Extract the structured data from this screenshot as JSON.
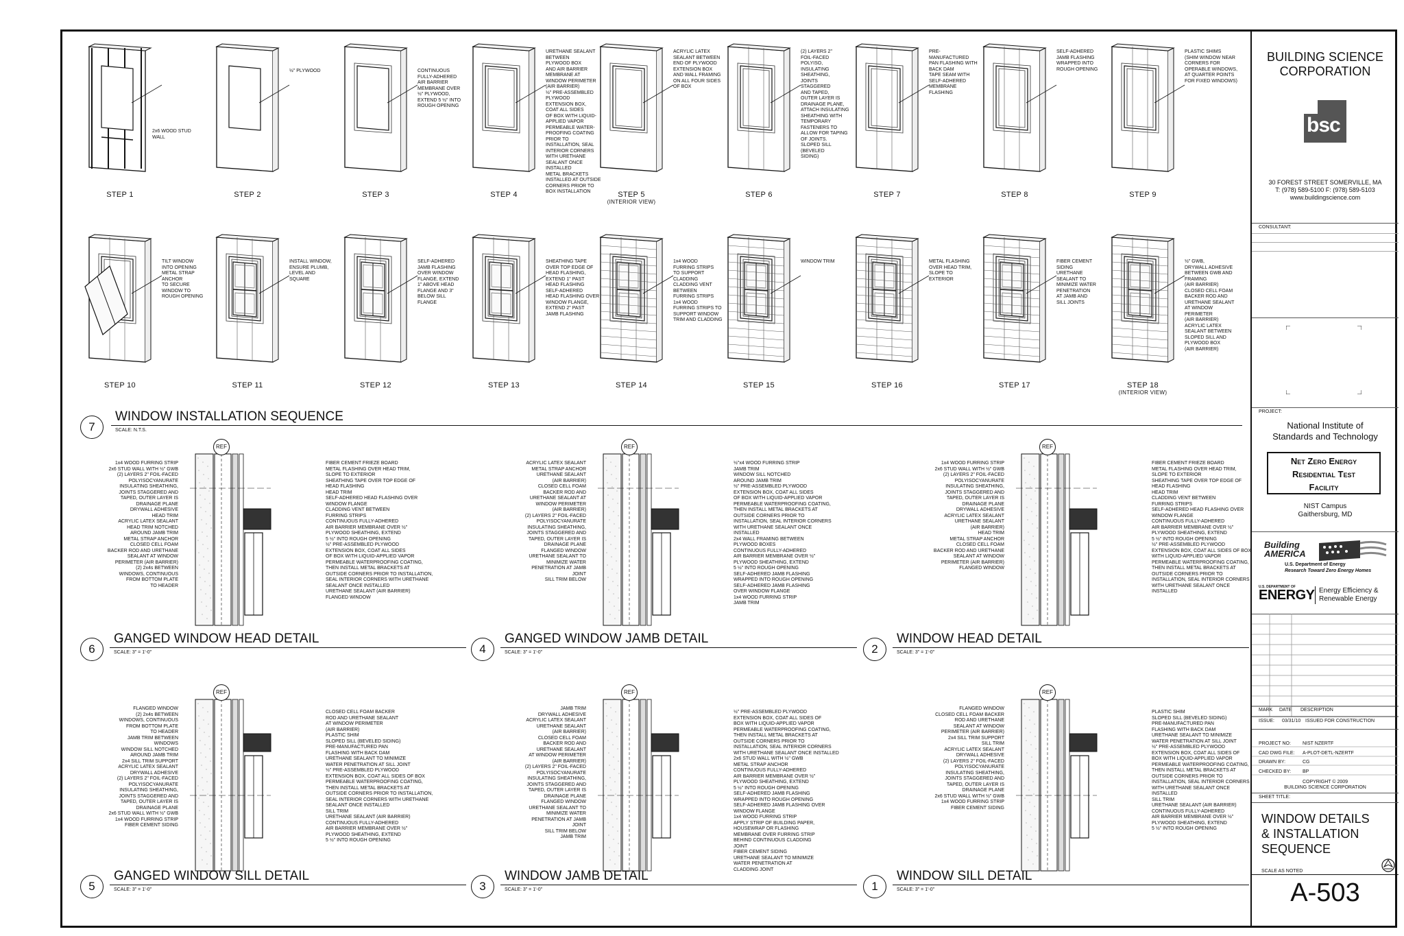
{
  "steps_row1": [
    {
      "label": "STEP 1",
      "sub": "",
      "notes": "2x6 WOOD STUD\nWALL"
    },
    {
      "label": "STEP 2",
      "sub": "",
      "notes": "½\" PLYWOOD"
    },
    {
      "label": "STEP 3",
      "sub": "",
      "notes": "CONTINUOUS\nFULLY-ADHERED\nAIR BARRIER\nMEMBRANE OVER\n½\" PLYWOOD,\nEXTEND 5 ½\" INTO\nROUGH OPENING"
    },
    {
      "label": "STEP 4",
      "sub": "",
      "notes": "URETHANE SEALANT\nBETWEEN\nPLYWOOD BOX\nAND AIR BARRIER\nMEMBRANE AT\nWINDOW PERIMETER\n(AIR BARRIER)\n½\" PRE-ASSEMBLED\nPLYWOOD\nEXTENSION BOX,\nCOAT ALL SIDES\nOF BOX WITH LIQUID-\nAPPLIED VAPOR\nPERMEABLE WATER-\nPROOFING COATING\nPRIOR TO\nINSTALLATION, SEAL\nINTERIOR CORNERS\nWITH URETHANE\nSEALANT ONCE\nINSTALLED\nMETAL BRACKETS\nINSTALLED AT OUTSIDE\nCORNERS PRIOR TO\nBOX INSTALLATION"
    },
    {
      "label": "STEP 5",
      "sub": "(INTERIOR VIEW)",
      "notes": "ACRYLIC LATEX\nSEALANT BETWEEN\nEND OF PLYWOOD\nEXTENSION BOX\nAND WALL FRAMING\nON ALL FOUR SIDES\nOF BOX"
    },
    {
      "label": "STEP 6",
      "sub": "",
      "notes": "(2) LAYERS 2\"\nFOIL-FACED\nPOLYISO,\nINSULATING\nSHEATHING,\nJOINTS\nSTAGGERED\nAND TAPED,\nOUTER LAYER IS\nDRAINAGE PLANE,\nATTACH INSULATING\nSHEATHING WITH\nTEMPORARY\nFASTENERS TO\nALLOW FOR TAPING\nOF JOINTS.\nSLOPED SILL\n(BEVELED\nSIDING)"
    },
    {
      "label": "STEP 7",
      "sub": "",
      "notes": "PRE-\nMANUFACTURED\nPAN FLASHING WITH\nBACK DAM\nTAPE SEAM WITH\nSELF-ADHERED\nMEMBRANE\nFLASHING"
    },
    {
      "label": "STEP 8",
      "sub": "",
      "notes": "SELF-ADHERED\nJAMB FLASHING\nWRAPPED INTO\nROUGH OPENING"
    },
    {
      "label": "STEP 9",
      "sub": "",
      "notes": "PLASTIC SHIMS\n(SHIM WINDOW NEAR\nCORNERS FOR\nOPERABLE WINDOWS,\nAT QUARTER POINTS\nFOR FIXED WINDOWS)"
    }
  ],
  "steps_row2": [
    {
      "label": "STEP 10",
      "sub": "",
      "notes": "TILT WINDOW\nINTO OPENING\nMETAL STRAP\nANCHOR\nTO SECURE\nWINDOW TO\nROUGH OPENING"
    },
    {
      "label": "STEP 11",
      "sub": "",
      "notes": "INSTALL WINDOW,\nENSURE PLUMB,\nLEVEL AND\nSQUARE"
    },
    {
      "label": "STEP 12",
      "sub": "",
      "notes": "SELF-ADHERED\nJAMB FLASHING\nOVER WINDOW\nFLANGE, EXTEND\n1\" ABOVE HEAD\nFLANGE AND 3\"\nBELOW SILL\nFLANGE"
    },
    {
      "label": "STEP 13",
      "sub": "",
      "notes": "SHEATHING TAPE\nOVER TOP EDGE OF\nHEAD FLASHING,\nEXTEND 1\" PAST\nHEAD FLASHING\nSELF-ADHERED\nHEAD FLASHING OVER\nWINDOW FLANGE,\nEXTEND 2\" PAST\nJAMB FLASHING"
    },
    {
      "label": "STEP 14",
      "sub": "",
      "notes": "1x4 WOOD\nFURRING STRIPS\nTO SUPPORT\nCLADDING\nCLADDING VENT\nBETWEEN\nFURRING STRIPS\n1x4 WOOD\nFURRING STRIPS TO\nSUPPORT WINDOW\nTRIM AND CLADDING"
    },
    {
      "label": "STEP 15",
      "sub": "",
      "notes": "WINDOW TRIM"
    },
    {
      "label": "STEP 16",
      "sub": "",
      "notes": "METAL FLASHING\nOVER HEAD TRIM,\nSLOPE TO\nEXTERIOR"
    },
    {
      "label": "STEP 17",
      "sub": "",
      "notes": "FIBER CEMENT\nSIDING\nURETHANE\nSEALANT TO\nMINIMIZE WATER\nPENETRATION\nAT JAMB AND\nSILL JOINTS"
    },
    {
      "label": "STEP 18",
      "sub": "(INTERIOR VIEW)",
      "notes": "½\" GWB,\nDRYWALL ADHESIVE\nBETWEEN GWB AND\nFRAMING\n(AIR BARRIER)\nCLOSED CELL FOAM\nBACKER ROD AND\nURETHANE SEALANT\nAT WINDOW\nPERIMETER\n(AIR BARRIER)\nACRYLIC LATEX\nSEALANT BETWEEN\nSLOPED SILL AND\nPLYWOOD BOX\n(AIR BARRIER)"
    }
  ],
  "sequence": {
    "number": "7",
    "title": "WINDOW INSTALLATION SEQUENCE",
    "scale": "SCALE: N.T.S."
  },
  "details": [
    {
      "number": "6",
      "title": "GANGED WINDOW HEAD DETAIL",
      "scale": "SCALE: 3\" = 1'-0\"",
      "left": "1x4 WOOD FURRING STRIP\n2x6 STUD WALL WITH ½\" GWB\n(2) LAYERS 2\" FOIL-FACED\nPOLYISOCYANURATE\nINSULATING SHEATHING,\nJOINTS STAGGERED AND\nTAPED, OUTER LAYER IS\nDRAINAGE PLANE\nDRYWALL ADHESIVE\nHEAD TRIM\nACRYLIC LATEX SEALANT\nHEAD TRIM NOTCHED\nAROUND JAMB TRIM\nMETAL STRAP ANCHOR\nCLOSED CELL FOAM\nBACKER ROD AND URETHANE\nSEALANT AT WINDOW\nPERIMETER (AIR BARRIER)\n(2) 2x4s BETWEEN\nWINDOWS, CONTINUOUS\nFROM BOTTOM PLATE\nTO HEADER",
      "right": "FIBER CEMENT FRIEZE BOARD\nMETAL FLASHING OVER HEAD TRIM,\nSLOPE TO EXTERIOR\nSHEATHING TAPE OVER TOP EDGE OF\nHEAD FLASHING\nHEAD TRIM\nSELF-ADHERED HEAD FLASHING OVER\nWINDOW FLANGE\nCLADDING VENT BETWEEN\nFURRING STRIPS\nCONTINUOUS FULLY-ADHERED\nAIR BARRIER MEMBRANE OVER ½\"\nPLYWOOD SHEATHING, EXTEND\n5 ½\" INTO ROUGH OPENING\n½\" PRE-ASSEMBLED PLYWOOD\nEXTENSION BOX, COAT ALL SIDES\nOF BOX WITH LIQUID-APPLIED VAPOR\nPERMEABLE WATERPROOFING COATING,\nTHEN INSTALL METAL BRACKETS AT\nOUTSIDE CORNERS PRIOR TO INSTALLATION,\nSEAL INTERIOR CORNERS WITH URETHANE\nSEALANT ONCE INSTALLED\nURETHANE SEALANT (AIR BARRIER)\nFLANGED WINDOW"
    },
    {
      "number": "4",
      "title": "GANGED WINDOW JAMB DETAIL",
      "scale": "SCALE: 3\" = 1'-0\"",
      "left": "ACRYLIC LATEX SEALANT\nMETAL STRAP ANCHOR\nURETHANE SEALANT\n(AIR BARRIER)\nCLOSED CELL FOAM\nBACKER ROD AND\nURETHANE SEALANT AT\nWINDOW PERIMETER\n(AIR BARRIER)\n(2) LAYERS 2\" FOIL-FACED\nPOLYISOCYANURATE\nINSULATING SHEATHING,\nJOINTS STAGGERED AND\nTAPED, OUTER LAYER IS\nDRAINAGE PLANE\nFLANGED WINDOW\nURETHANE SEALANT TO\nMINIMIZE WATER\nPENETRATION AT JAMB\nJOINT\nSILL TRIM BELOW",
      "right": "½\"x4 WOOD FURRING STRIP\nJAMB TRIM\nWINDOW SILL NOTCHED\nAROUND JAMB TRIM\n½\" PRE-ASSEMBLED PLYWOOD\nEXTENSION BOX, COAT ALL SIDES\nOF BOX WITH LIQUID-APPLIED VAPOR\nPERMEABLE WATERPROOFING COATING,\nTHEN INSTALL METAL BRACKETS AT\nOUTSIDE CORNERS PRIOR TO\nINSTALLATION, SEAL INTERIOR CORNERS\nWITH URETHANE SEALANT ONCE\nINSTALLED\n2x4 WALL FRAMING BETWEEN\nPLYWOOD BOXES\nCONTINUOUS FULLY-ADHERED\nAIR BARRIER MEMBRANE OVER ½\"\nPLYWOOD SHEATHING, EXTEND\n5 ½\" INTO ROUGH OPENING\nSELF-ADHERED JAMB FLASHING\nWRAPPED INTO ROUGH OPENING\nSELF-ADHERED JAMB FLASHING\nOVER WINDOW FLANGE\n1x4 WOOD FURRING STRIP\nJAMB TRIM"
    },
    {
      "number": "2",
      "title": "WINDOW HEAD DETAIL",
      "scale": "SCALE: 3\" = 1'-0\"",
      "left": "1x4 WOOD FURRING STRIP\n2x6 STUD WALL WITH ½\" GWB\n(2) LAYERS 2\" FOIL-FACED\nPOLYISOCYANURATE\nINSULATING SHEATHING,\nJOINTS STAGGERED AND\nTAPED, OUTER LAYER IS\nDRAINAGE PLANE\nDRYWALL ADHESIVE\nACRYLIC LATEX SEALANT\nURETHANE SEALANT\n(AIR BARRIER)\nHEAD TRIM\nMETAL STRAP ANCHOR\nCLOSED CELL FOAM\nBACKER ROD AND URETHANE\nSEALANT AT WINDOW\nPERIMETER (AIR BARRIER)\nFLANGED WINDOW",
      "right": "FIBER CEMENT FRIEZE BOARD\nMETAL FLASHING OVER HEAD TRIM,\nSLOPE TO EXTERIOR\nSHEATHING TAPE OVER TOP EDGE OF\nHEAD FLASHING\nHEAD TRIM\nCLADDING VENT BETWEEN\nFURRING STRIPS\nSELF-ADHERED HEAD FLASHING OVER\nWINDOW FLANGE\nCONTINUOUS FULLY-ADHERED\nAIR BARRIER MEMBRANE OVER ½\"\nPLYWOOD SHEATHING, EXTEND\n5 ½\" INTO ROUGH OPENING\n½\" PRE-ASSEMBLED PLYWOOD\nEXTENSION BOX, COAT ALL SIDES OF BOX\nWITH LIQUID-APPLIED VAPOR\nPERMEABLE WATERPROOFING COATING,\nTHEN INSTALL METAL BRACKETS AT\nOUTSIDE CORNERS PRIOR TO\nINSTALLATION, SEAL INTERIOR CORNERS\nWITH URETHANE SEALANT ONCE\nINSTALLED"
    },
    {
      "number": "5",
      "title": "GANGED WINDOW SILL DETAIL",
      "scale": "SCALE: 3\" = 1'-0\"",
      "left": "FLANGED WINDOW\n(2) 2x4s BETWEEN\nWINDOWS, CONTINUOUS\nFROM BOTTOM PLATE\nTO HEADER\nJAMB TRIM BETWEEN\nWINDOWS\nWINDOW SILL NOTCHED\nAROUND JAMB TRIM\n2x4 SILL TRIM SUPPORT\nACRYLIC LATEX SEALANT\nDRYWALL ADHESIVE\n(2) LAYERS 2\" FOIL-FACED\nPOLYISOCYANURATE\nINSULATING SHEATHING,\nJOINTS STAGGERED AND\nTAPED, OUTER LAYER IS\nDRAINAGE PLANE\n2x6 STUD WALL WITH ½\" GWB\n1x4 WOOD FURRING STRIP\nFIBER CEMENT SIDING",
      "right": "CLOSED CELL FOAM BACKER\nROD AND URETHANE SEALANT\nAT WINDOW PERIMETER\n(AIR BARRIER)\nPLASTIC SHIM\nSLOPED SILL (BEVELED SIDING)\nPRE-MANUFACTURED PAN\nFLASHING WITH BACK DAM\nURETHANE SEALANT TO MINIMIZE\nWATER PENETRATION AT SILL JOINT\n½\" PRE-ASSEMBLED PLYWOOD\nEXTENSION BOX, COAT ALL SIDES OF BOX\nPERMEABLE WATERPROOFING COATING,\nTHEN INSTALL METAL BRACKETS AT\nOUTSIDE CORNERS PRIOR TO INSTALLATION,\nSEAL INTERIOR CORNERS WITH URETHANE\nSEALANT ONCE INSTALLED\nSILL TRIM\nURETHANE SEALANT (AIR BARRIER)\nCONTINUOUS FULLY-ADHERED\nAIR BARRIER MEMBRANE OVER ½\"\nPLYWOOD SHEATHING, EXTEND\n5 ½\" INTO ROUGH OPENING"
    },
    {
      "number": "3",
      "title": "WINDOW JAMB DETAIL",
      "scale": "SCALE: 3\" = 1'-0\"",
      "left": "JAMB TRIM\nDRYWALL ADHESIVE\nACRYLIC LATEX SEALANT\nURETHANE SEALANT\n(AIR BARRIER)\nCLOSED CELL FOAM\nBACKER ROD AND\nURETHANE SEALANT\nAT WINDOW PERIMETER\n(AIR BARRIER)\n(2) LAYERS 2\" FOIL-FACED\nPOLYISOCYANURATE\nINSULATING SHEATHING,\nJOINTS STAGGERED AND\nTAPED, OUTER LAYER IS\nDRAINAGE PLANE\nFLANGED WINDOW\nURETHANE SEALANT TO\nMINIMIZE WATER\nPENETRATION AT JAMB\nJOINT\nSILL TRIM BELOW\nJAMB TRIM",
      "right": "½\" PRE-ASSEMBLED PLYWOOD\nEXTENSION BOX, COAT ALL SIDES OF\nBOX WITH LIQUID-APPLIED VAPOR\nPERMEABLE WATERPROOFING COATING,\nTHEN INSTALL METAL BRACKETS AT\nOUTSIDE CORNERS PRIOR TO\nINSTALLATION, SEAL INTERIOR CORNERS\nWITH URETHANE SEALANT ONCE INSTALLED\n2x6 STUD WALL WITH ½\" GWB\nMETAL STRAP ANCHOR\nCONTINUOUS FULLY-ADHERED\nAIR BARRIER MEMBRANE OVER ½\"\nPLYWOOD SHEATHING, EXTEND\n5 ½\" INTO ROUGH OPENING\nSELF-ADHERED JAMB FLASHING\nWRAPPED INTO ROUGH OPENING\nSELF-ADHERED JAMB FLASHING OVER\nWINDOW FLANGE\n1x4 WOOD FURRING STRIP\nAPPLY STRIP OF BUILDING PAPER,\nHOUSEWRAP OR FLASHING\nMEMBRANE OVER FURRING STRIP\nBEHIND CONTINUOUS CLADDING\nJOINT\nFIBER CEMENT SIDING\nURETHANE SEALANT TO MINIMIZE\nWATER PENETRATION AT\nCLADDING JOINT"
    },
    {
      "number": "1",
      "title": "WINDOW SILL DETAIL",
      "scale": "SCALE: 3\" = 1'-0\"",
      "left": "FLANGED WINDOW\nCLOSED CELL FOAM BACKER\nROD AND URETHANE\nSEALANT AT WINDOW\nPERIMETER (AIR BARRIER)\n2x4 SILL TRIM SUPPORT\nSILL TRIM\nACRYLIC LATEX SEALANT\nDRYWALL ADHESIVE\n(2) LAYERS 2\" FOIL-FACED\nPOLYISOCYANURATE\nINSULATING SHEATHING,\nJOINTS STAGGERED AND\nTAPED, OUTER LAYER IS\nDRAINAGE PLANE\n2x6 STUD WALL WITH ½\" GWB\n1x4 WOOD FURRING STRIP\nFIBER CEMENT SIDING",
      "right": "PLASTIC SHIM\nSLOPED SILL (BEVELED SIDING)\nPRE-MANUFACTURED PAN\nFLASHING WITH BACK DAM\nURETHANE SEALANT TO MINIMIZE\nWATER PENETRATION AT SILL JOINT\n½\" PRE-ASSEMBLED PLYWOOD\nEXTENSION BOX, COAT ALL SIDES OF\nBOX WITH LIQUID-APPLIED VAPOR\nPERMEABLE WATERPROOFING COATING,\nTHEN INSTALL METAL BRACKETS AT\nOUTSIDE CORNERS PRIOR TO\nINSTALLATION, SEAL INTERIOR CORNERS\nWITH URETHANE SEALANT ONCE\nINSTALLED\nSILL TRIM\nURETHANE SEALANT (AIR BARRIER)\nCONTINUOUS FULLY-ADHERED\nAIR BARRIER MEMBRANE OVER ½\"\nPLYWOOD SHEATHING, EXTEND\n5 ½\" INTO ROUGH OPENING"
    }
  ],
  "ref_tag": "REF",
  "titleblock": {
    "company_line1": "BUILDING SCIENCE",
    "company_line2": "CORPORATION",
    "logo_text": "bsc",
    "address": "30 FOREST STREET  SOMERVILLE, MA",
    "phone": "T: (978) 589-5100  F: (978) 589-5103",
    "website": "www.buildingscience.com",
    "consultant_label": "CONSULTANT:",
    "project_label": "PROJECT:",
    "project_line1": "National Institute of",
    "project_line2": "Standards and Technology",
    "facility_line1": "Net Zero Energy",
    "facility_line2": "Residential Test",
    "facility_line3": "Facility",
    "campus": "NIST Campus",
    "city": "Gaithersburg, MD",
    "ba_logo": "Building AMERICA",
    "ba_sub1": "U.S. Department of Energy",
    "ba_sub2": "Research Toward Zero Energy Homes",
    "doe_small": "U.S. DEPARTMENT OF",
    "doe_big": "ENERGY",
    "doe_right1": "Energy Efficiency &",
    "doe_right2": "Renewable Energy",
    "rev_mark": "MARK",
    "rev_date": "DATE",
    "rev_desc": "DESCRIPTION",
    "issue_label": "ISSUE:",
    "issue_date": "03/31/10",
    "issue_desc": "ISSUED FOR CONSTRUCTION",
    "project_no_label": "PROJECT NO:",
    "project_no": "NIST NZERTF",
    "cad_label": "CAD DWG FILE:",
    "cad_file": "A-PLOT-DETL-NZERTF",
    "drawn_label": "DRAWN BY:",
    "drawn_by": "CG",
    "checked_label": "CHECKED BY:",
    "checked_by": "BP",
    "copyright1": "COPYRIGHT © 2009",
    "copyright2": "BUILDING SCIENCE CORPORATION",
    "sheet_title_label": "SHEET TITLE:",
    "sheet_title1": "WINDOW DETAILS",
    "sheet_title2": "& INSTALLATION",
    "sheet_title3": "SEQUENCE",
    "scale_note": "SCALE AS NOTED",
    "sheet_number": "A-503"
  }
}
